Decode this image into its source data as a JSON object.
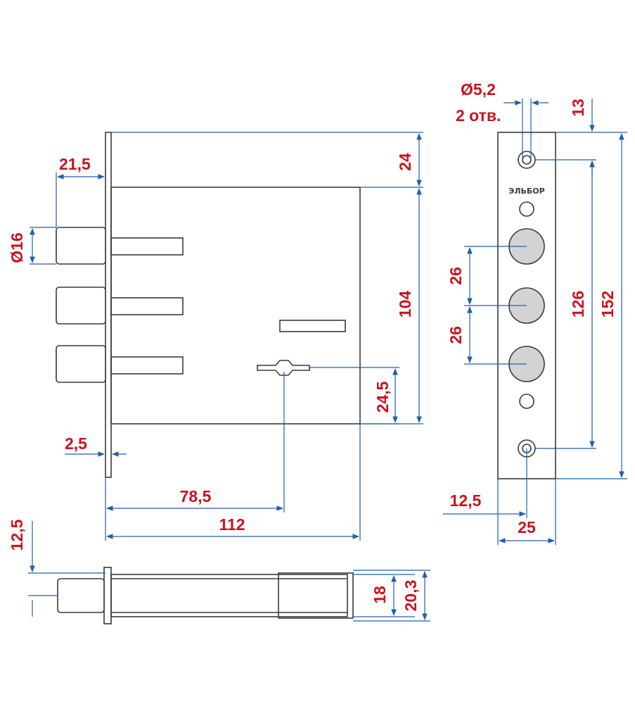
{
  "dimensions": {
    "d_21_5": "21,5",
    "d_24": "24",
    "d_16": "Ø16",
    "d_104": "104",
    "d_24_5": "24,5",
    "d_2_5": "2,5",
    "d_78_5": "78,5",
    "d_112": "112",
    "d_12_5_side": "12,5",
    "d_18": "18",
    "d_20_3": "20,3",
    "d_hole": "Ø5,2",
    "d_holes_note": "2 отв.",
    "d_13": "13",
    "d_126": "126",
    "d_152": "152",
    "d_26_a": "26",
    "d_26_b": "26",
    "d_12_5_plate": "12,5",
    "d_25": "25"
  },
  "logo_text": "ЭЛЬБОР",
  "colors": {
    "dimension_text": "#c8141e",
    "dimension_line": "#1f5fae",
    "outline": "#3a3a3a",
    "bolt_fill": "#d3d3d3"
  }
}
